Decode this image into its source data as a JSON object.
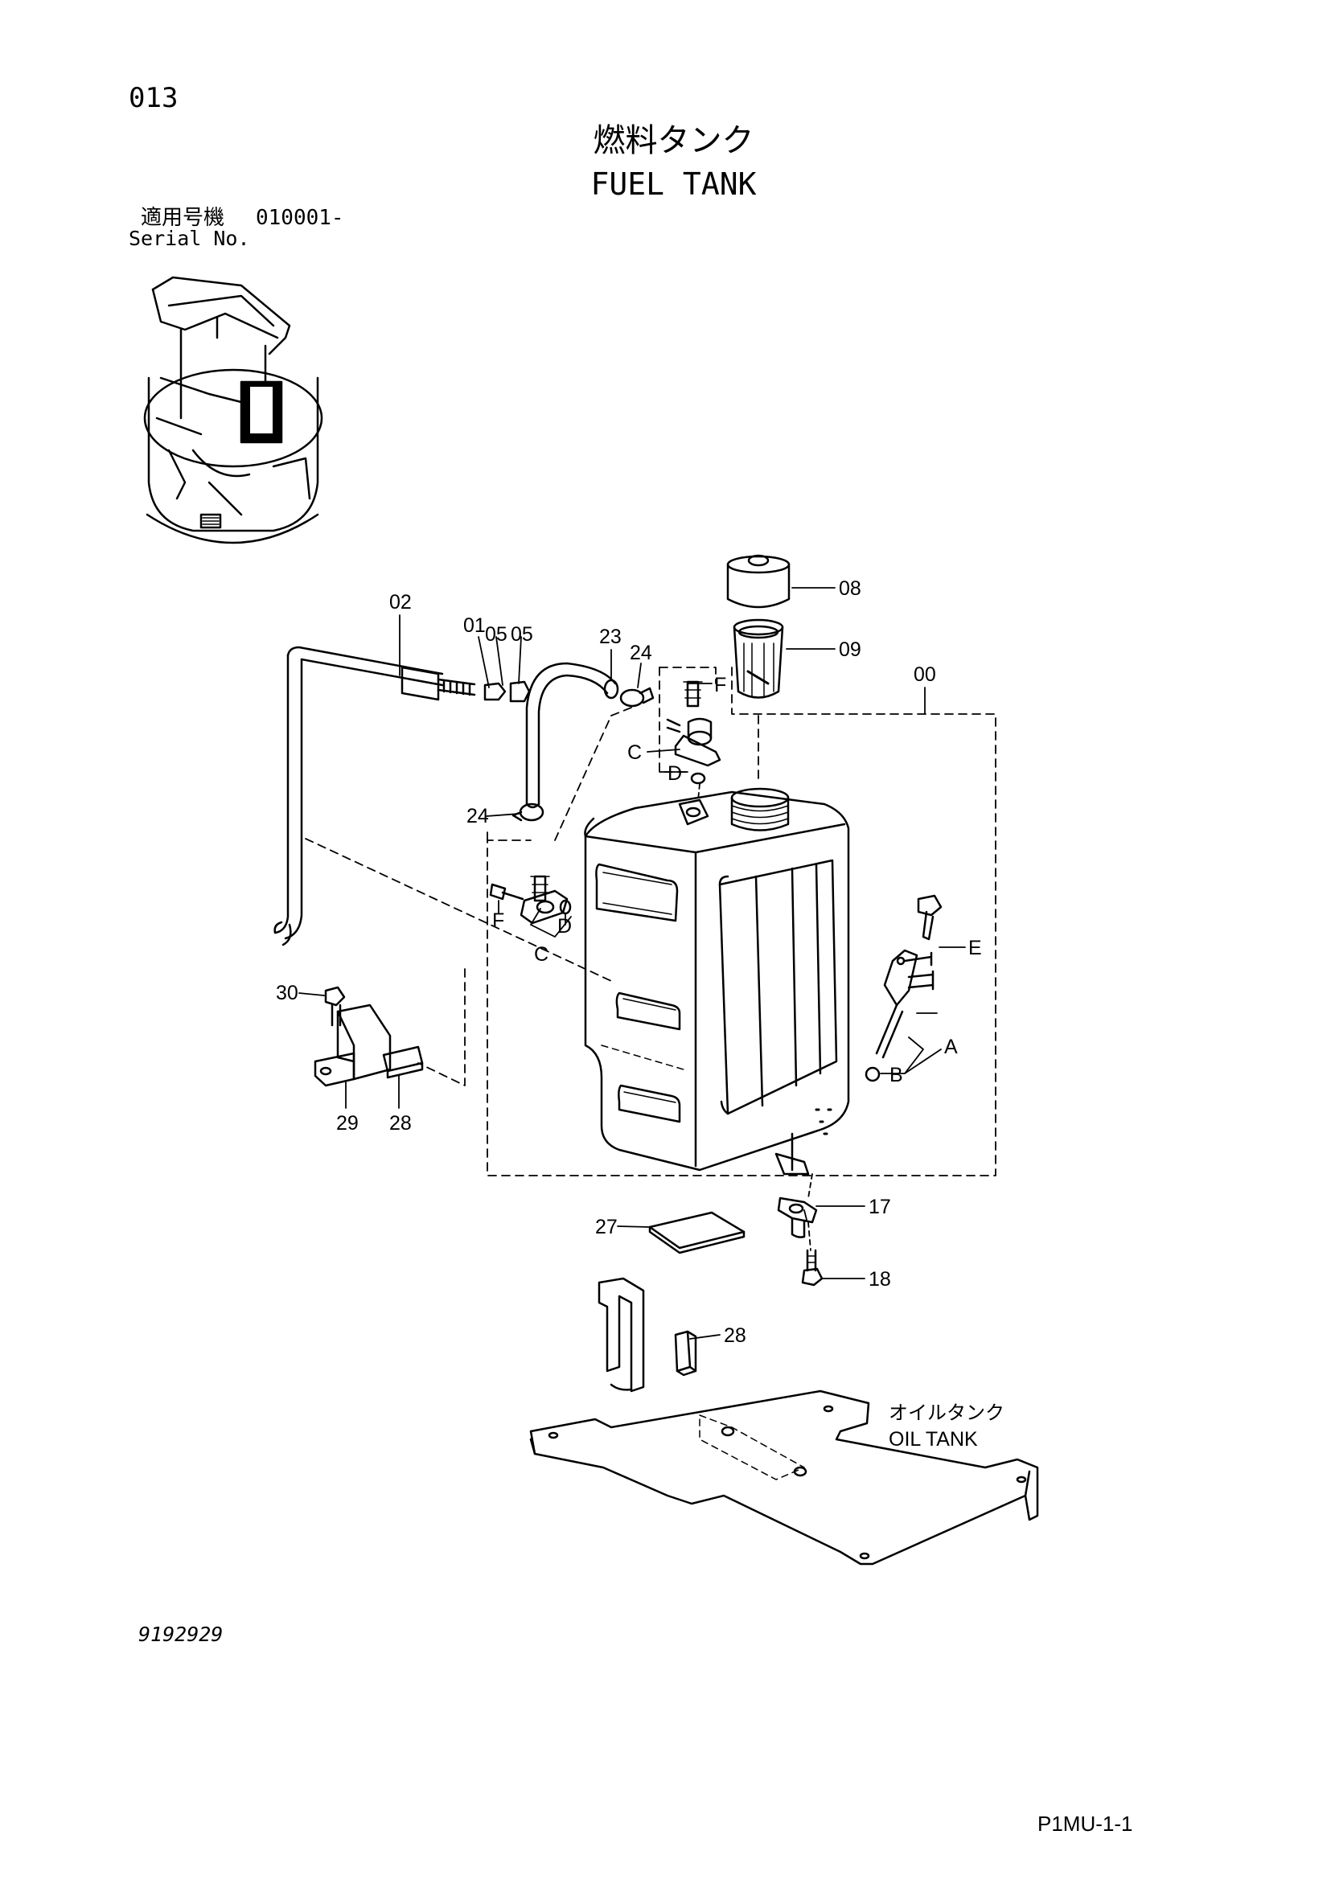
{
  "header": {
    "page_number": "013",
    "title_ja": "燃料タンク",
    "title_en": "FUEL TANK",
    "serial_label_ja": "適用号機",
    "serial_value": "010001-",
    "serial_label_en": "Serial No."
  },
  "callouts": {
    "c08": "08",
    "c09": "09",
    "c00": "00",
    "c02": "02",
    "c01": "01",
    "c05a": "05",
    "c05b": "05",
    "c23": "23",
    "c24a": "24",
    "c24b": "24",
    "cFa": "F",
    "cC1": "C",
    "cD1": "D",
    "cFb": "F",
    "cD2": "D",
    "cC2": "C",
    "cE": "E",
    "cA": "A",
    "cB": "B",
    "c30": "30",
    "c29": "29",
    "c28a": "28",
    "c17": "17",
    "c27": "27",
    "c18": "18",
    "c28b": "28"
  },
  "oil_tank": {
    "label_ja": "オイルタンク",
    "label_en": "OIL TANK"
  },
  "footer": {
    "drawing_number": "9192929",
    "page_code": "P1MU-1-1"
  }
}
